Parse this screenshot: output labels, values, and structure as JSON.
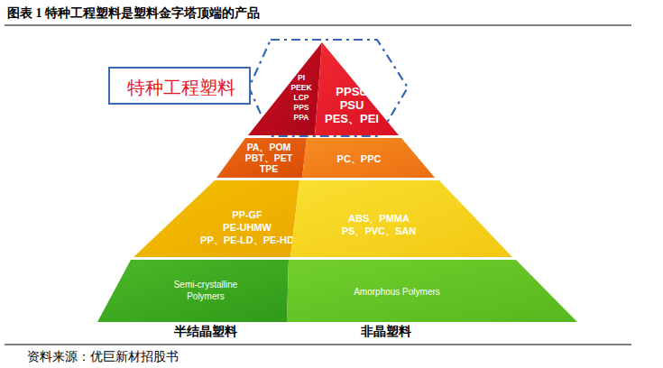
{
  "diagram": {
    "title": "图表 1 特种工程塑料是塑料金字塔顶端的产品",
    "caption": "资料来源：优巨新材招股书",
    "nodes": [
      {
        "text": [
          "特种工程塑料"
        ]
      },
      {
        "text": [
          "PI PEEK LCP PPS PPA"
        ]
      },
      {
        "text": [
          "PPSU PSU PES、PEI"
        ]
      },
      {
        "text": [
          "PA、POM PBT、PET TPE"
        ]
      },
      {
        "text": [
          "PC、PPC"
        ]
      },
      {
        "text": [
          "PP-GF PE-UHMW PP、PE-LD、PE-HD"
        ]
      },
      {
        "text": [
          "ABS、PMMA PS、PVC、SAN"
        ]
      },
      {
        "text": [
          "Semi-crystalline Polymers"
        ]
      },
      {
        "text": [
          "Amorphous Polymers"
        ]
      }
    ],
    "labels": [
      "半结晶塑料",
      "非晶塑料"
    ]
  }
}
